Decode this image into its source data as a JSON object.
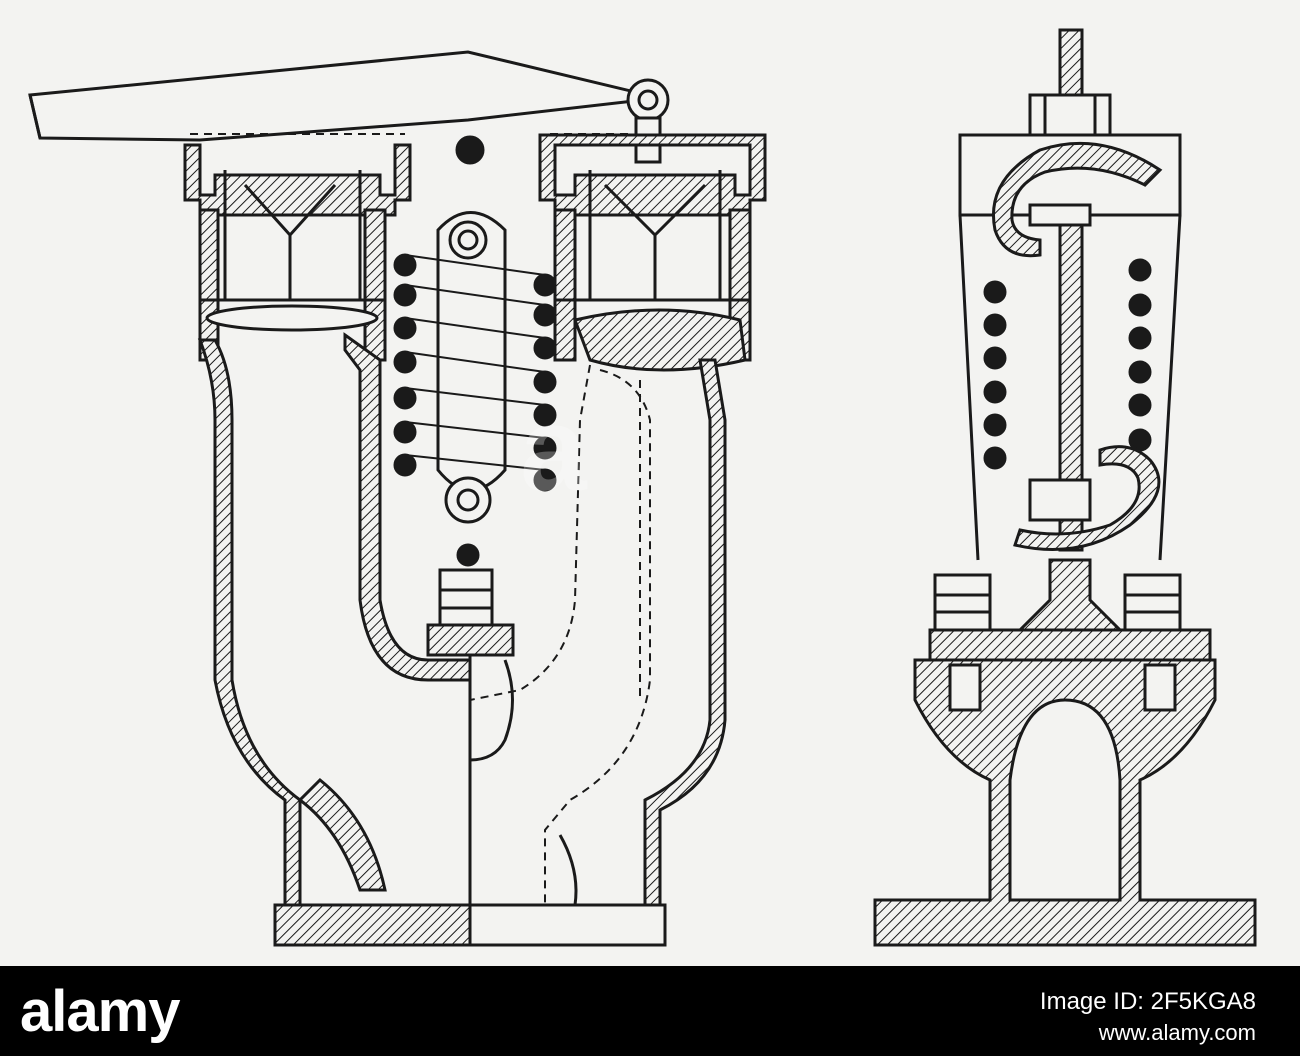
{
  "colors": {
    "background": "#f3f3f1",
    "ink": "#1a1a1a",
    "footer": "#000000",
    "footer_text": "#ffffff"
  },
  "footer": {
    "brand": "alamy",
    "image_id": "Image ID: 2F5KGA8",
    "url": "www.alamy.com"
  },
  "watermark": {
    "text": "a"
  }
}
